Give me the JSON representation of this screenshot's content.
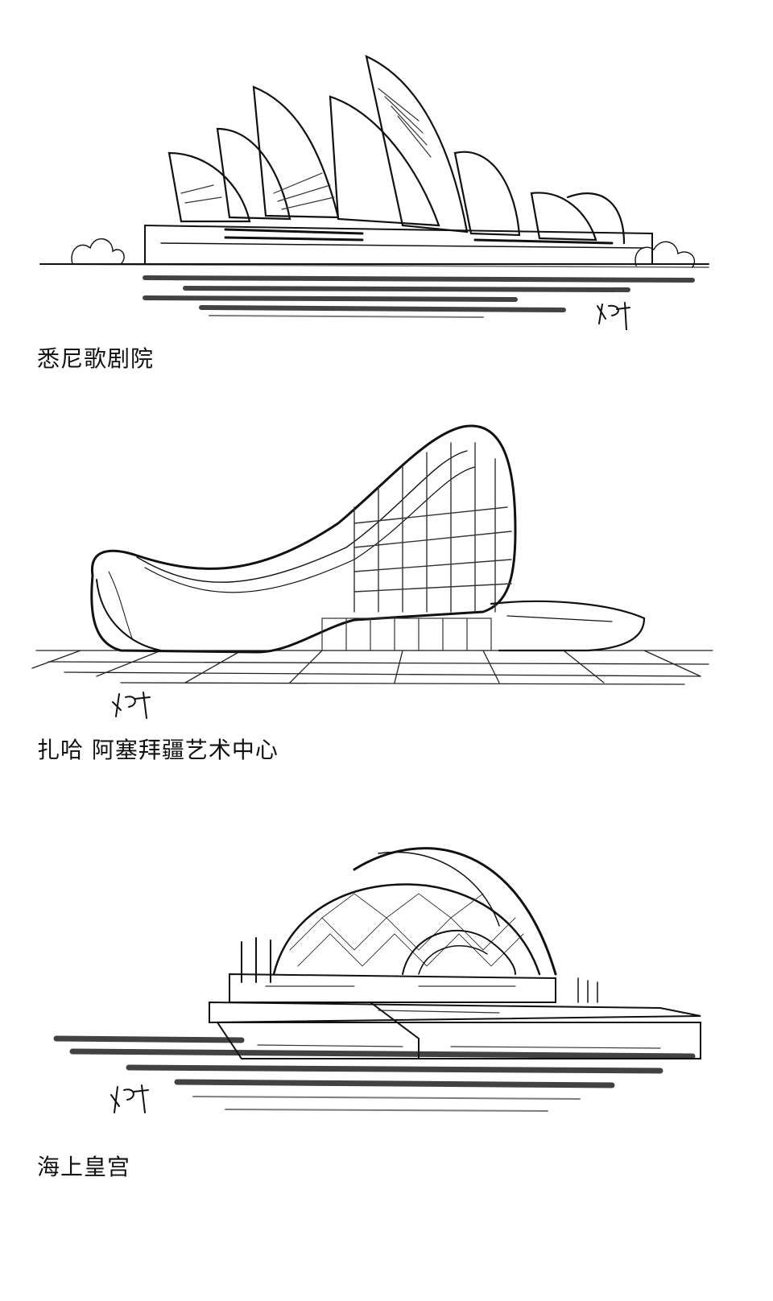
{
  "captions": {
    "sydney": "悉尼歌剧院",
    "heydar": "扎哈 阿塞拜疆艺术中心",
    "palace": "海上皇宫"
  },
  "colors": {
    "ink": "#111111",
    "wash": "#4a4a4a",
    "paper": "#ffffff"
  }
}
